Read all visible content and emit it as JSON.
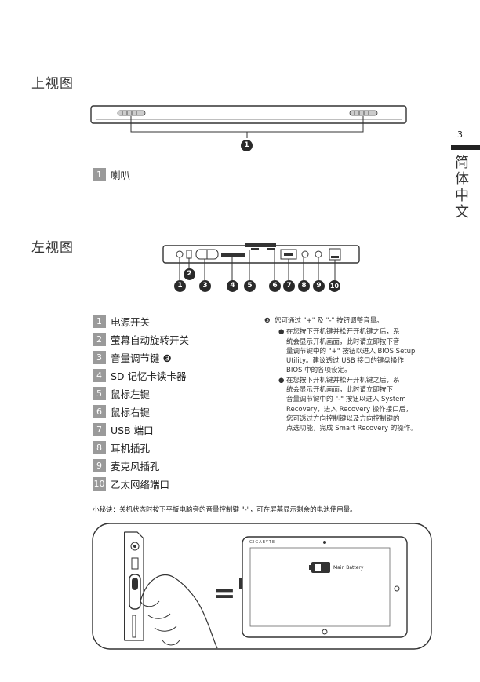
{
  "page_number": "3",
  "side_label": [
    "简",
    "体",
    "中",
    "文"
  ],
  "top_view": {
    "heading": "上视图",
    "callout": "1",
    "legend": [
      {
        "num": "1",
        "label": "喇叭"
      }
    ]
  },
  "left_view": {
    "heading": "左视图",
    "callouts": [
      "1",
      "2",
      "3",
      "4",
      "5",
      "6",
      "7",
      "8",
      "9",
      "10"
    ],
    "legend": [
      {
        "num": "1",
        "label": "电源开关"
      },
      {
        "num": "2",
        "label": "萤幕自动旋转开关"
      },
      {
        "num": "3",
        "label": "音量调节键 ❸"
      },
      {
        "num": "4",
        "label": "SD 记忆卡读卡器"
      },
      {
        "num": "5",
        "label": "鼠标左键"
      },
      {
        "num": "6",
        "label": "鼠标右键"
      },
      {
        "num": "7",
        "label": "USB 端口"
      },
      {
        "num": "8",
        "label": "耳机插孔"
      },
      {
        "num": "9",
        "label": "麦克风插孔"
      },
      {
        "num": "10",
        "label": "乙太网络端口"
      }
    ]
  },
  "volume_note": {
    "marker": "❸",
    "title": "您可通过 \"+\" 及 \"-\" 按钮调整音量。",
    "bullet": "●",
    "bullets": [
      [
        "在您按下开机键并松开开机键之后，系",
        "统会显示开机画面，此时请立即按下音",
        "量调节键中的 \"+\" 按钮以进入 BIOS Setup",
        "Utility。建议透过 USB 接口的键盘操作",
        "BIOS 中的各项设定。"
      ],
      [
        "在您按下开机键并松开开机键之后，系",
        "统会显示开机画面，此时请立即按下",
        "音量调节键中的 \"-\" 按钮以进入 System",
        "Recovery，进入 Recovery 操作接口后，",
        "您可透过方向控制键以及方向控制键的",
        "点选功能，完成 Smart Recovery 的操作。"
      ]
    ]
  },
  "tip": "小秘诀：关机状态时按下平板电脑旁的音量控制键 \"-\"，可在屏幕显示剩余的电池使用量。",
  "illustration": {
    "brand": "GIGABYTE",
    "battery_label": "Main Battery",
    "equals": "="
  }
}
